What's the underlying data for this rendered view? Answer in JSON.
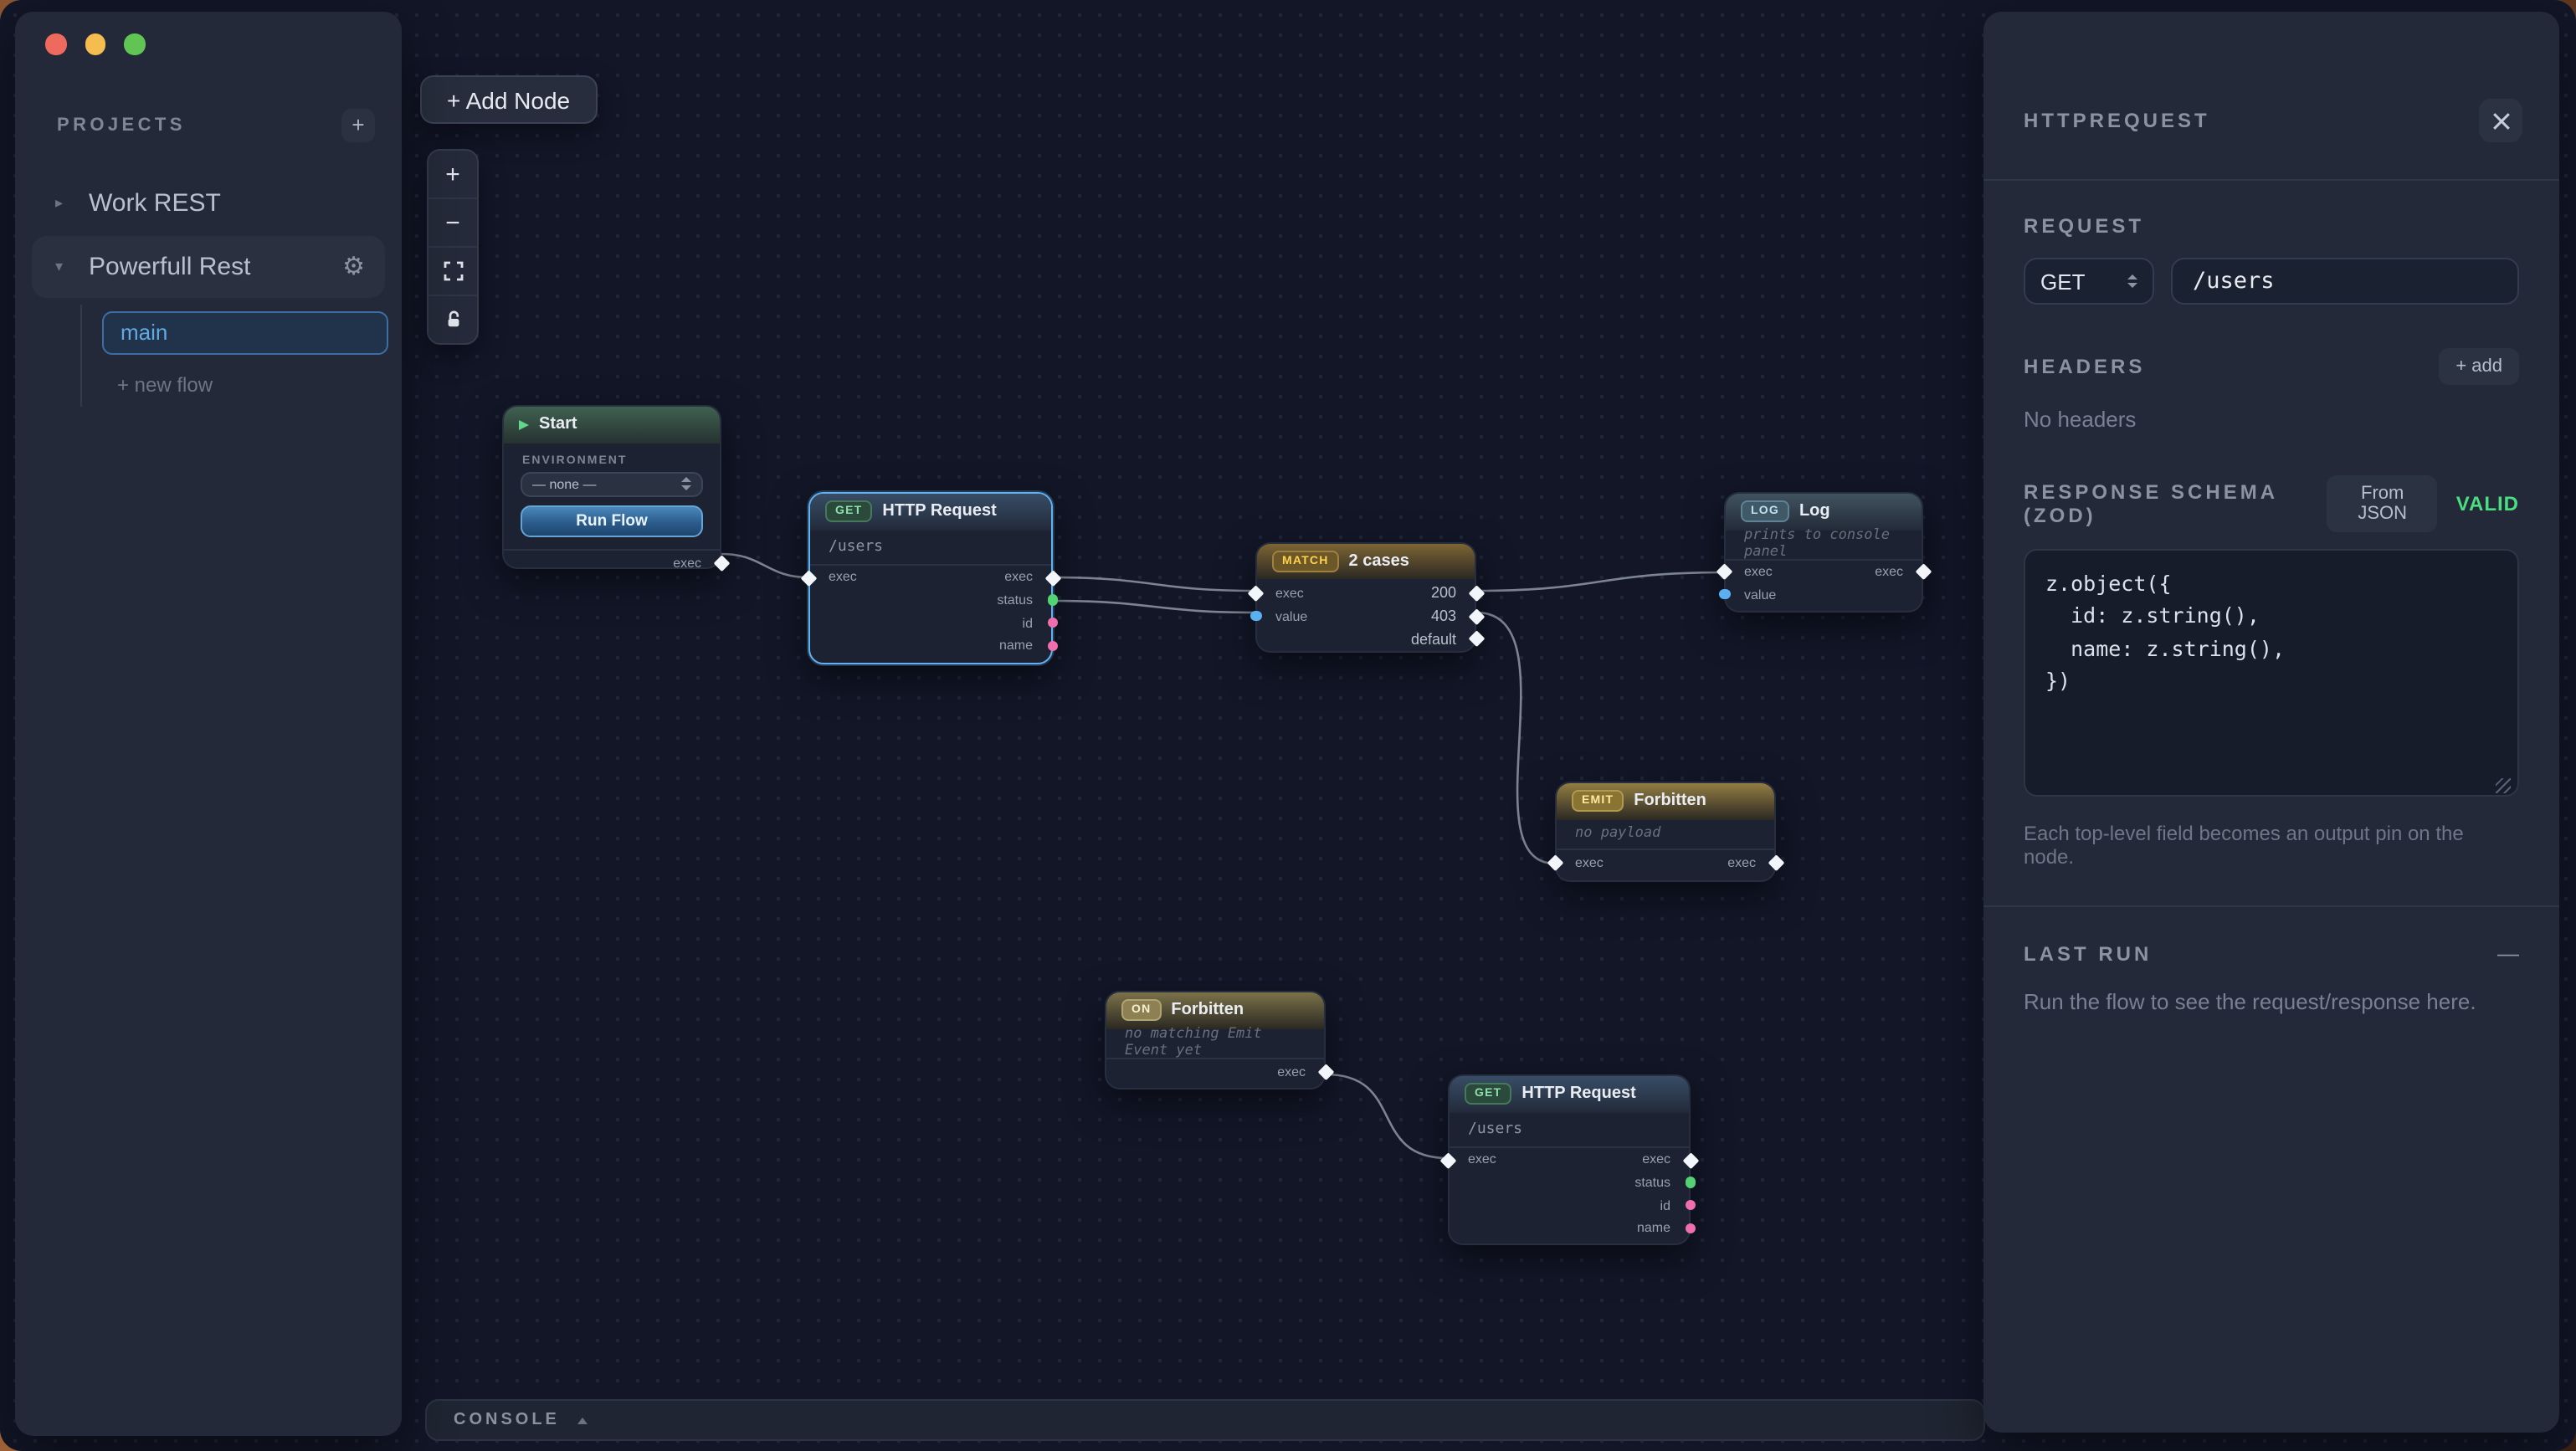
{
  "colors": {
    "accent_blue": "#62b2f2",
    "valid_green": "#4ade80",
    "pin_exec_white": "#f2f5f9",
    "pin_status_green": "#52d273",
    "pin_id_name_pink": "#ef6fae",
    "pin_value_blue": "#5bb0f0",
    "traffic_red": "#ee6a5f",
    "traffic_yellow": "#f5bd4f",
    "traffic_green": "#61c554"
  },
  "icons": {
    "gear": "⚙",
    "caret_collapsed": "▸",
    "caret_expanded": "▾",
    "minimize": "—"
  },
  "sidebar": {
    "section_title": "PROJECTS",
    "add_project_label": "+",
    "projects": [
      {
        "name": "Work REST"
      },
      {
        "name": "Powerfull Rest"
      }
    ],
    "flows": [
      {
        "name": "main"
      }
    ],
    "new_flow_label": "+ new flow"
  },
  "canvas": {
    "add_node_label": "+ Add Node",
    "zoom_in_label": "+",
    "zoom_out_label": "−",
    "console_label": "CONSOLE"
  },
  "nodes": {
    "start": {
      "title": "Start",
      "env_label": "ENVIRONMENT",
      "env_value": "— none —",
      "run_label": "Run Flow",
      "exec_out": "exec"
    },
    "http1": {
      "badge": "GET",
      "title": "HTTP Request",
      "path": "/users",
      "exec_in": "exec",
      "exec_out": "exec",
      "status_out": "status",
      "id_out": "id",
      "name_out": "name"
    },
    "match": {
      "badge": "MATCH",
      "title": "2 cases",
      "exec_in": "exec",
      "value_in": "value",
      "case_200": "200",
      "case_403": "403",
      "case_default": "default"
    },
    "log": {
      "badge": "LOG",
      "title": "Log",
      "hint": "prints to console panel",
      "exec_in": "exec",
      "value_in": "value",
      "exec_out": "exec"
    },
    "emit": {
      "badge": "EMIT",
      "title": "Forbitten",
      "hint": "no payload",
      "exec_in": "exec",
      "exec_out": "exec"
    },
    "on": {
      "badge": "ON",
      "title": "Forbitten",
      "hint": "no matching Emit Event yet",
      "exec_out": "exec"
    },
    "http2": {
      "badge": "GET",
      "title": "HTTP Request",
      "path": "/users",
      "exec_in": "exec",
      "exec_out": "exec",
      "status_out": "status",
      "id_out": "id",
      "name_out": "name"
    }
  },
  "inspector": {
    "title": "HTTPREQUEST",
    "request": {
      "section_label": "REQUEST",
      "method": "GET",
      "url": "/users"
    },
    "headers": {
      "section_label": "HEADERS",
      "add_label": "+ add",
      "empty_text": "No headers"
    },
    "schema": {
      "section_label": "RESPONSE SCHEMA (ZOD)",
      "from_json_label": "From JSON",
      "valid_label": "VALID",
      "code": "z.object({\n  id: z.string(),\n  name: z.string(),\n})",
      "help_text": "Each top-level field becomes an output pin on the node."
    },
    "last_run": {
      "section_label": "LAST RUN",
      "empty_text": "Run the flow to see the request/response here."
    }
  }
}
